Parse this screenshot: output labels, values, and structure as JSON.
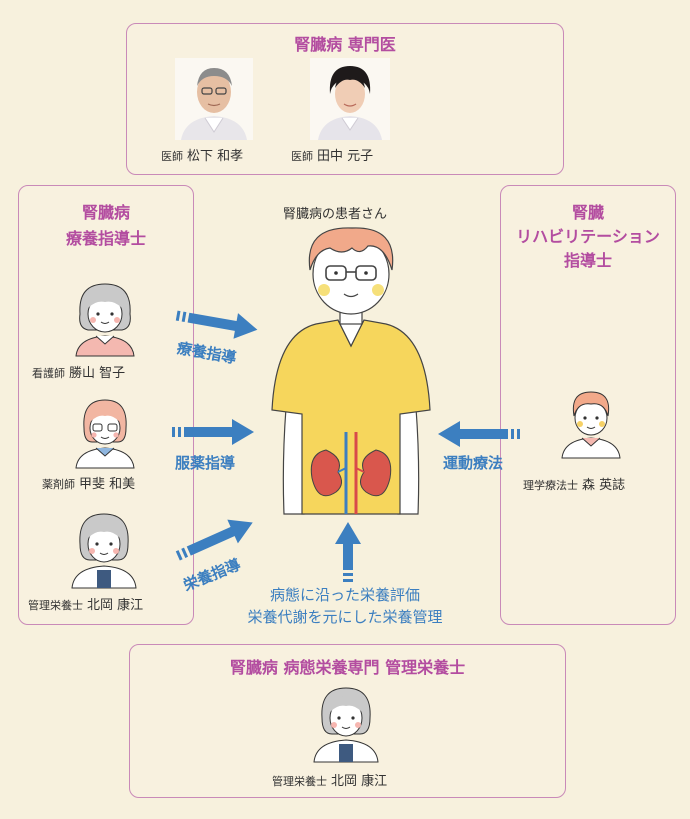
{
  "specialists": {
    "title": "腎臓病 専門医",
    "doctors": [
      {
        "role": "医師",
        "name": "松下 和孝"
      },
      {
        "role": "医師",
        "name": "田中 元子"
      }
    ]
  },
  "care_instructors": {
    "title_line1": "腎臓病",
    "title_line2": "療養指導士",
    "members": [
      {
        "role": "看護師",
        "name": "勝山 智子"
      },
      {
        "role": "薬剤師",
        "name": "甲斐 和美"
      },
      {
        "role": "管理栄養士",
        "name": "北岡 康江"
      }
    ]
  },
  "rehab": {
    "title_line1": "腎臓",
    "title_line2": "リハビリテーション",
    "title_line3": "指導士",
    "member": {
      "role": "理学療法士",
      "name": "森 英誌"
    }
  },
  "patient": {
    "label": "腎臓病の患者さん"
  },
  "arrows": {
    "care_guidance": "療養指導",
    "medication_guidance": "服薬指導",
    "nutrition_guidance": "栄養指導",
    "exercise_therapy": "運動療法",
    "nutrition_line1": "病態に沿った栄養評価",
    "nutrition_line2": "栄養代謝を元にした栄養管理"
  },
  "dietitian": {
    "title": "腎臓病 病態栄養専門 管理栄養士",
    "member": {
      "role": "管理栄養士",
      "name": "北岡 康江"
    }
  },
  "colors": {
    "background": "#f7f1dd",
    "border": "#c98ab8",
    "title": "#b34da0",
    "arrow": "#3c7fc0"
  }
}
